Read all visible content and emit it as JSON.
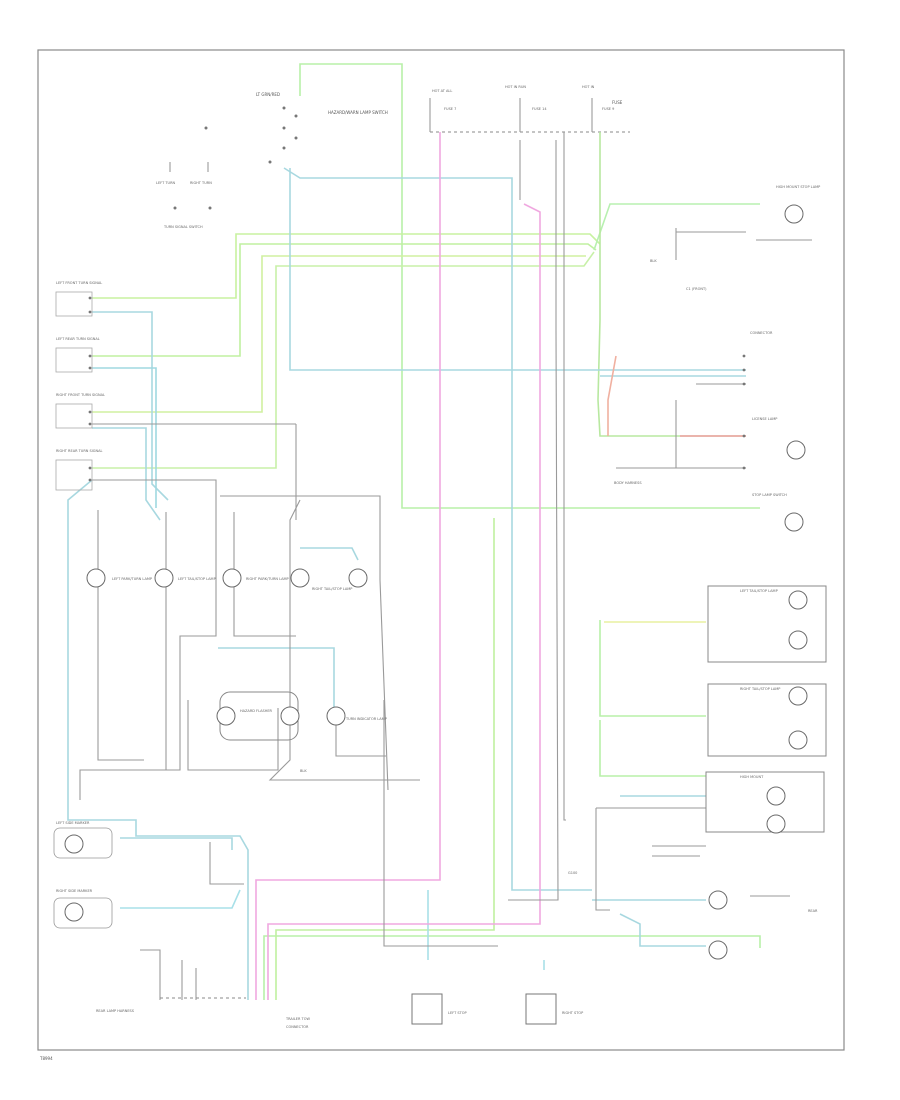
{
  "colors": {
    "lt_green": "#b8f0a8",
    "lt_blue": "#a8d8e0",
    "pink": "#f0a8e0",
    "black": "#9a9a9a",
    "yellow": "#e8f090",
    "red": "#f0a0a0",
    "border": "#8a8a8a"
  },
  "labels": {
    "top_left_switch": "LT GRN/RED",
    "hazard_lamp_switch": "HAZARD/WARN LAMP SWITCH",
    "turn_signal_switch": "TURN SIGNAL SWITCH",
    "left_turn": "LEFT TURN",
    "right_turn": "RIGHT TURN",
    "stop_lamp_switch": "STOP LAMP SWITCH",
    "left_front": "LEFT FRONT TURN SIGNAL",
    "left_rear": "LEFT REAR TURN SIGNAL",
    "right_front": "RIGHT FRONT TURN SIGNAL",
    "right_rear": "RIGHT REAR TURN SIGNAL",
    "turn_indicator": "TURN INDICATOR LAMP",
    "hazard_flasher": "HAZARD FLASHER",
    "left_park": "LEFT PARK/TURN LAMP",
    "right_park": "RIGHT PARK/TURN LAMP",
    "left_tail": "LEFT TAIL/STOP LAMP",
    "right_tail": "RIGHT TAIL/STOP LAMP",
    "high_mount": "HIGH MOUNT STOP LAMP",
    "license": "LICENSE LAMP",
    "left_side_marker": "LEFT SIDE MARKER",
    "right_side_marker": "RIGHT SIDE MARKER",
    "grd": "G100",
    "blk": "BLK",
    "fuse": "FUSE",
    "footer": "T8994"
  }
}
